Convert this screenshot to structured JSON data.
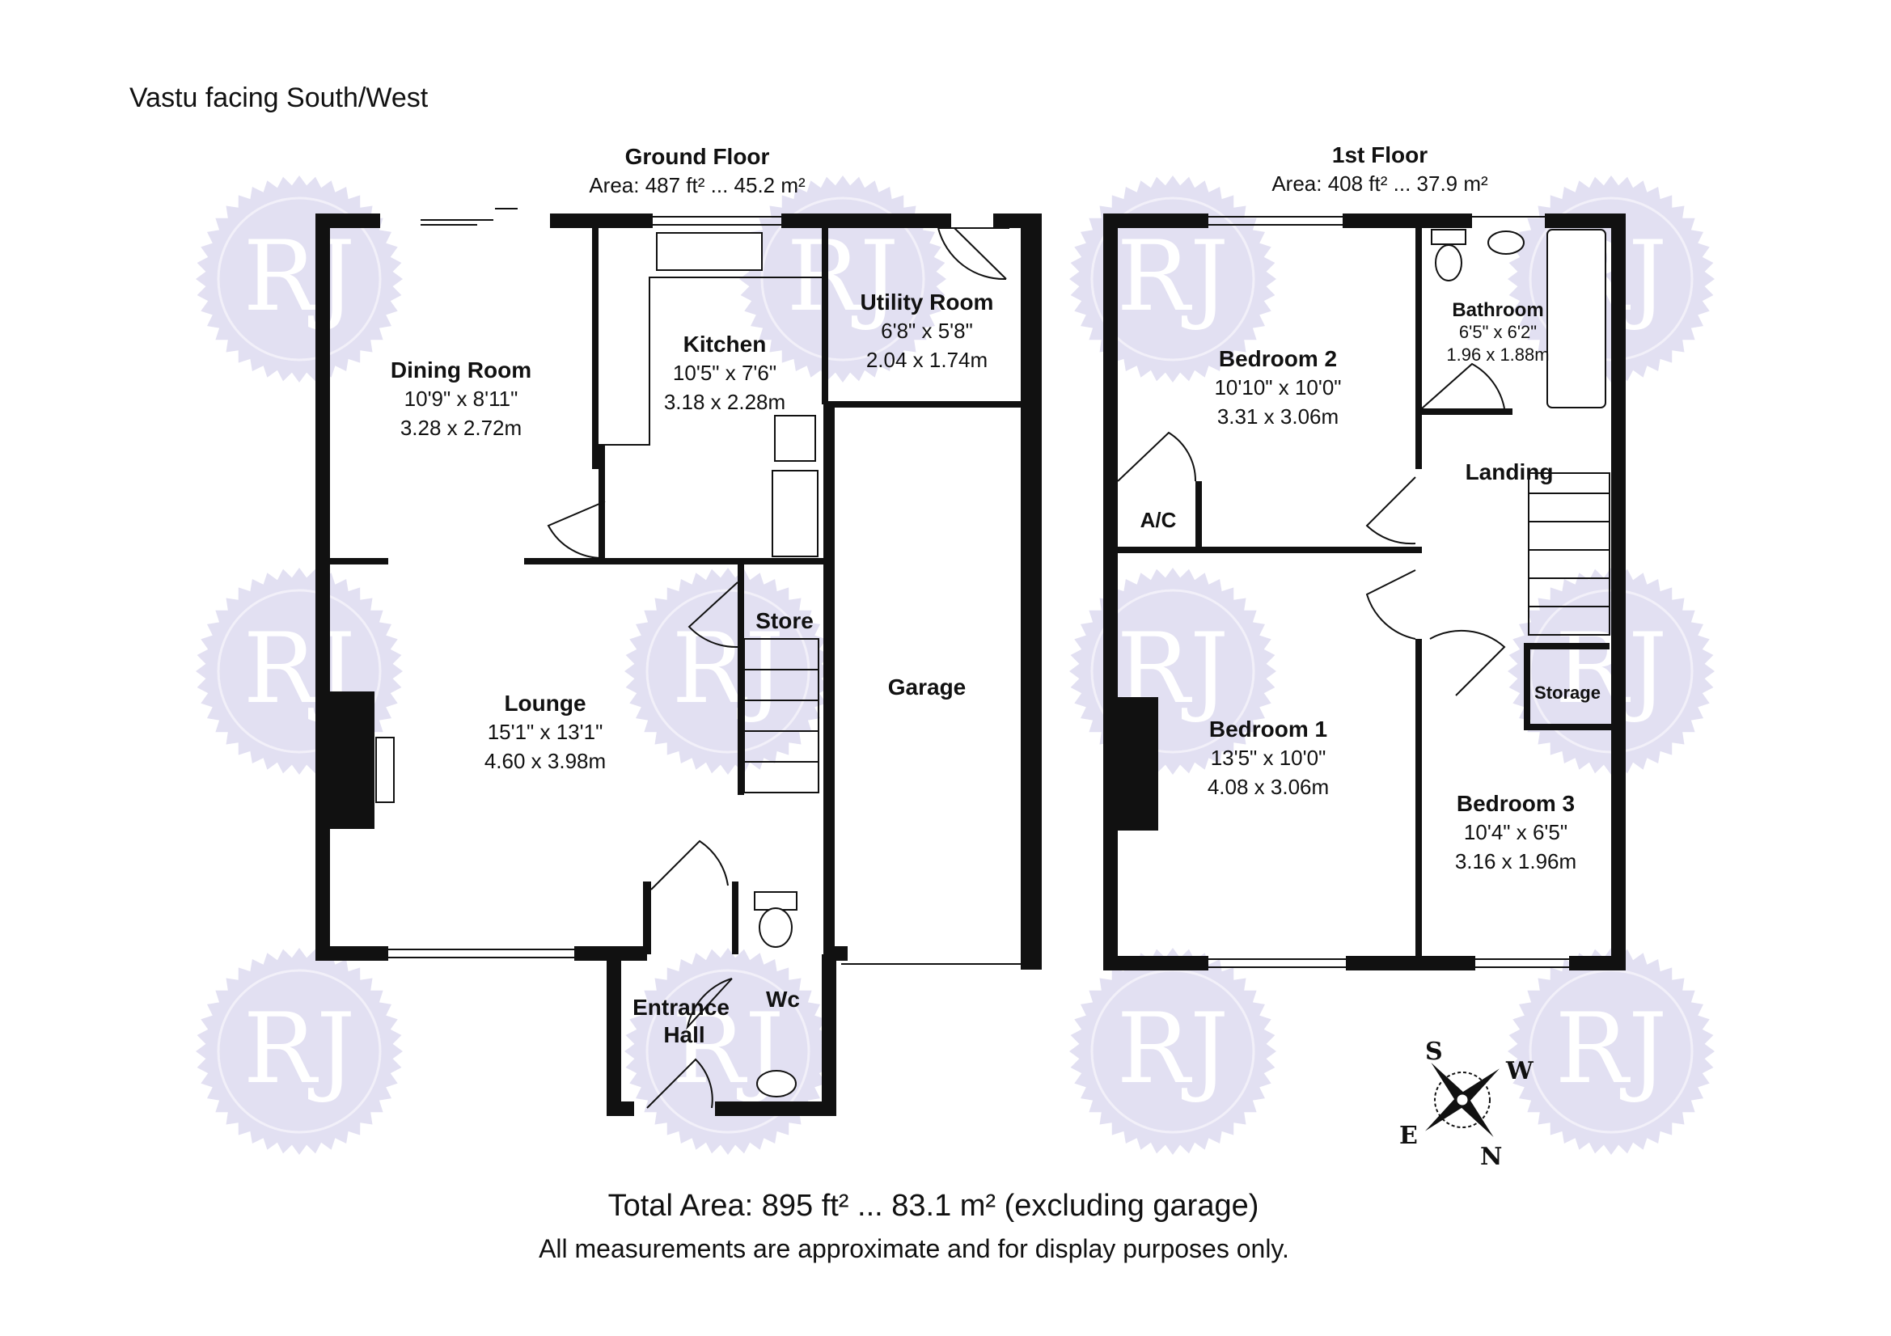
{
  "header_note": "Vastu facing South/West",
  "floors": [
    {
      "title": "Ground Floor",
      "area": "Area: 487 ft² ... 45.2 m²"
    },
    {
      "title": "1st Floor",
      "area": "Area: 408 ft² ... 37.9 m²"
    }
  ],
  "rooms": {
    "dining": {
      "name": "Dining Room",
      "imperial": "10'9\" x 8'11\"",
      "metric": "3.28 x 2.72m"
    },
    "kitchen": {
      "name": "Kitchen",
      "imperial": "10'5\" x 7'6\"",
      "metric": "3.18 x 2.28m"
    },
    "utility": {
      "name": "Utility Room",
      "imperial": "6'8\" x 5'8\"",
      "metric": "2.04 x 1.74m"
    },
    "store": {
      "name": "Store"
    },
    "garage": {
      "name": "Garage"
    },
    "lounge": {
      "name": "Lounge",
      "imperial": "15'1\" x 13'1\"",
      "metric": "4.60 x 3.98m"
    },
    "entrance": {
      "name_line1": "Entrance",
      "name_line2": "Hall"
    },
    "wc": {
      "name": "Wc"
    },
    "bedroom2": {
      "name": "Bedroom 2",
      "imperial": "10'10\" x 10'0\"",
      "metric": "3.31 x 3.06m"
    },
    "bathroom": {
      "name": "Bathroom",
      "imperial": "6'5\" x 6'2\"",
      "metric": "1.96 x 1.88m"
    },
    "landing": {
      "name": "Landing"
    },
    "ac": {
      "name": "A/C"
    },
    "bedroom1": {
      "name": "Bedroom 1",
      "imperial": "13'5\" x 10'0\"",
      "metric": "4.08 x 3.06m"
    },
    "storage": {
      "name": "Storage"
    },
    "bedroom3": {
      "name": "Bedroom 3",
      "imperial": "10'4\" x 6'5\"",
      "metric": "3.16 x 1.96m"
    }
  },
  "watermark_text": "RJ",
  "compass": {
    "north": "N",
    "south": "S",
    "east": "E",
    "west": "W"
  },
  "total_area": "Total Area: 895 ft² ... 83.1 m² (excluding garage)",
  "disclaimer": "All measurements are approximate and for display purposes only.",
  "colors": {
    "wall": "#111111",
    "watermark": "#d9d6ee",
    "watermark_text": "#ffffff"
  }
}
